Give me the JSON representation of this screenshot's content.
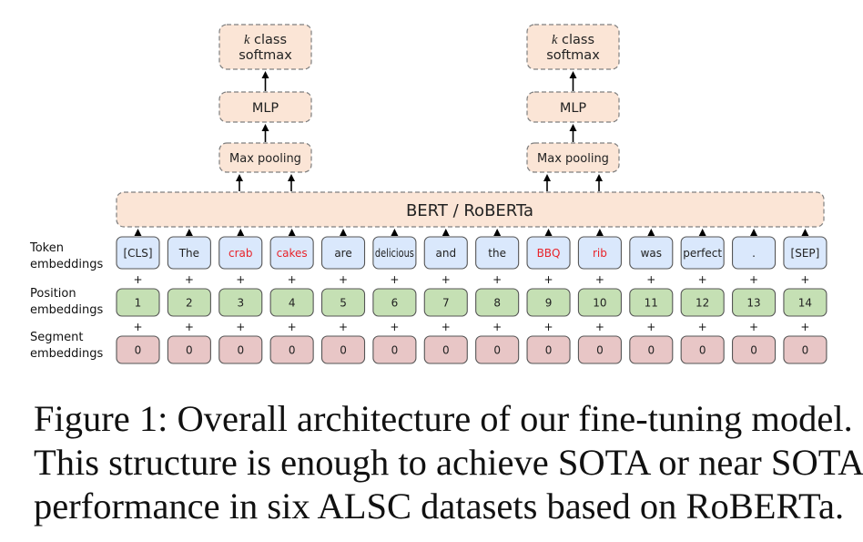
{
  "heads": [
    {
      "softmax_k": "k",
      "softmax_rest": " class",
      "softmax_line2": "softmax",
      "mlp": "MLP",
      "pool": "Max pooling"
    },
    {
      "softmax_k": "k",
      "softmax_rest": " class",
      "softmax_line2": "softmax",
      "mlp": "MLP",
      "pool": "Max pooling"
    }
  ],
  "encoder_label": "BERT / RoBERTa",
  "row_labels": {
    "token": [
      "Token",
      "embeddings"
    ],
    "position": [
      "Position",
      "embeddings"
    ],
    "segment": [
      "Segment",
      "embeddings"
    ]
  },
  "plus_sign": "+",
  "tokens": [
    "[CLS]",
    "The",
    "crab",
    "cakes",
    "are",
    "delicious",
    "and",
    "the",
    "BBQ",
    "rib",
    "was",
    "perfect",
    ".",
    "[SEP]"
  ],
  "aspect_token_indices": [
    2,
    3,
    8,
    9
  ],
  "positions": [
    "1",
    "2",
    "3",
    "4",
    "5",
    "6",
    "7",
    "8",
    "9",
    "10",
    "11",
    "12",
    "13",
    "14"
  ],
  "segments": [
    "0",
    "0",
    "0",
    "0",
    "0",
    "0",
    "0",
    "0",
    "0",
    "0",
    "0",
    "0",
    "0",
    "0"
  ],
  "colors": {
    "head_fill": "#fbe5d6",
    "token_fill": "#dae8fc",
    "position_fill": "#c5e0b4",
    "segment_fill": "#e8c6c6",
    "aspect_text": "#e8232a",
    "dash_stroke": "#7f7f7f"
  },
  "caption": [
    "Figure 1: Overall architecture of our fine-tuning model.",
    "This structure is enough to achieve SOTA or near SOTA",
    "performance in six ALSC datasets based on RoBERTa."
  ]
}
